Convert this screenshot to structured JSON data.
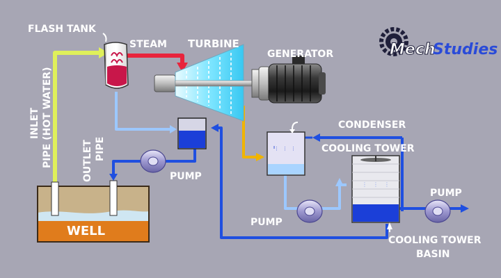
{
  "labels": {
    "flash_tank": "FLASH TANK",
    "steam": "STEAM",
    "turbine": "TURBINE",
    "generator": "GENERATOR",
    "condenser": "CONDENSER",
    "cooling_tower": "COOLING TOWER",
    "inlet_line1": "INLET",
    "inlet_line2": "PIPE (HOT WATER)",
    "outlet_line1": "OUTLET",
    "outlet_line2": "PIPE",
    "pump_well": "PUMP",
    "pump_condenser": "PUMP",
    "pump_basin": "PUMP",
    "well": "WELL",
    "cooling_tower_basin_line1": "COOLING TOWER",
    "cooling_tower_basin_line2": "BASIN"
  },
  "logo": {
    "text_mech": "Mech",
    "text_studies": "Studies"
  },
  "colors": {
    "background": "#a7a6b4",
    "hot_water_pipe": "#dff05a",
    "steam_pipe": "#e8243c",
    "condensate_pipe": "#f0b400",
    "cold_water_pipe": "#1f4fe0",
    "light_water_pipe": "#9cc8ff",
    "well_soil": "#e07c1c",
    "well_ground": "#c8b28a",
    "turbine_glow": "#4fd4ff",
    "tank_water": "#1b3fd8"
  }
}
